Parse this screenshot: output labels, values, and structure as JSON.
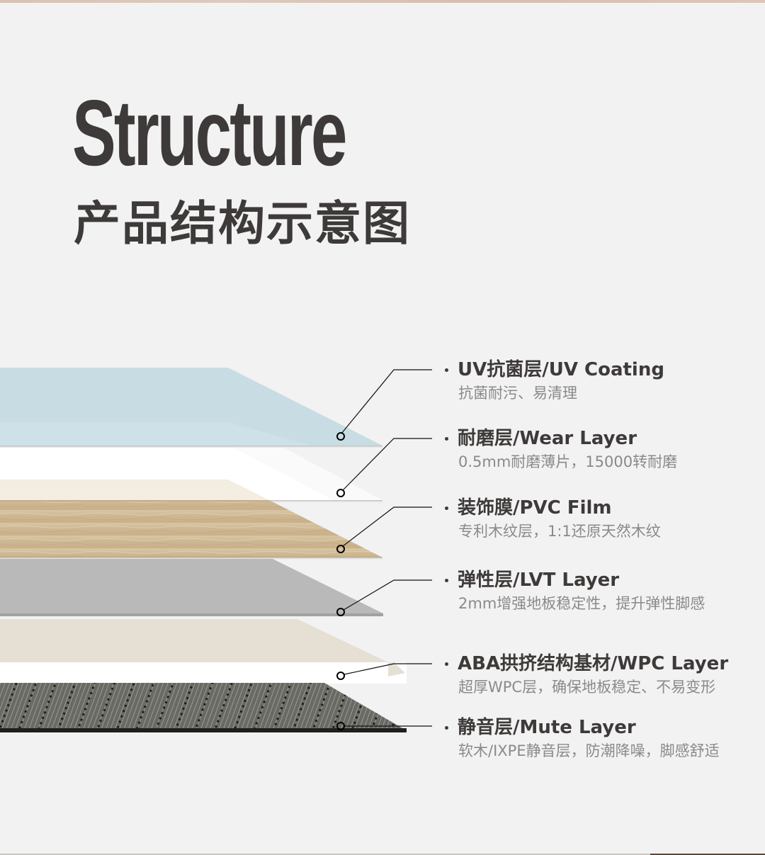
{
  "header": {
    "title_en": "Structure",
    "title_cn": "产品结构示意图"
  },
  "colors": {
    "background": "#f2f2f2",
    "text_primary": "#3e3a39",
    "text_secondary": "#8a8a8a",
    "uv_layer": "#c8dce3",
    "wear_layer": "#ffffff",
    "pvc_film": "#cfb894",
    "lvt_layer": "#b9b9b9",
    "wpc_layer": "#e6dfd4",
    "mute_layer": "#5e5e5a"
  },
  "layers": [
    {
      "id": "uv",
      "title": "UV抗菌层/UV Coating",
      "description": "抗菌耐污、易清理"
    },
    {
      "id": "wear",
      "title": "耐磨层/Wear Layer",
      "description": "0.5mm耐磨薄片，15000转耐磨"
    },
    {
      "id": "pvc",
      "title": "装饰膜/PVC Film",
      "description": "专利木纹层，1:1还原天然木纹"
    },
    {
      "id": "lvt",
      "title": "弹性层/LVT Layer",
      "description": "2mm增强地板稳定性，提升弹性脚感"
    },
    {
      "id": "wpc",
      "title": "ABA拱挤结构基材/WPC Layer",
      "description": "超厚WPC层，确保地板稳定、不易变形"
    },
    {
      "id": "mute",
      "title": "静音层/Mute Layer",
      "description": "软木/IXPE静音层，防潮降噪，脚感舒适"
    }
  ]
}
